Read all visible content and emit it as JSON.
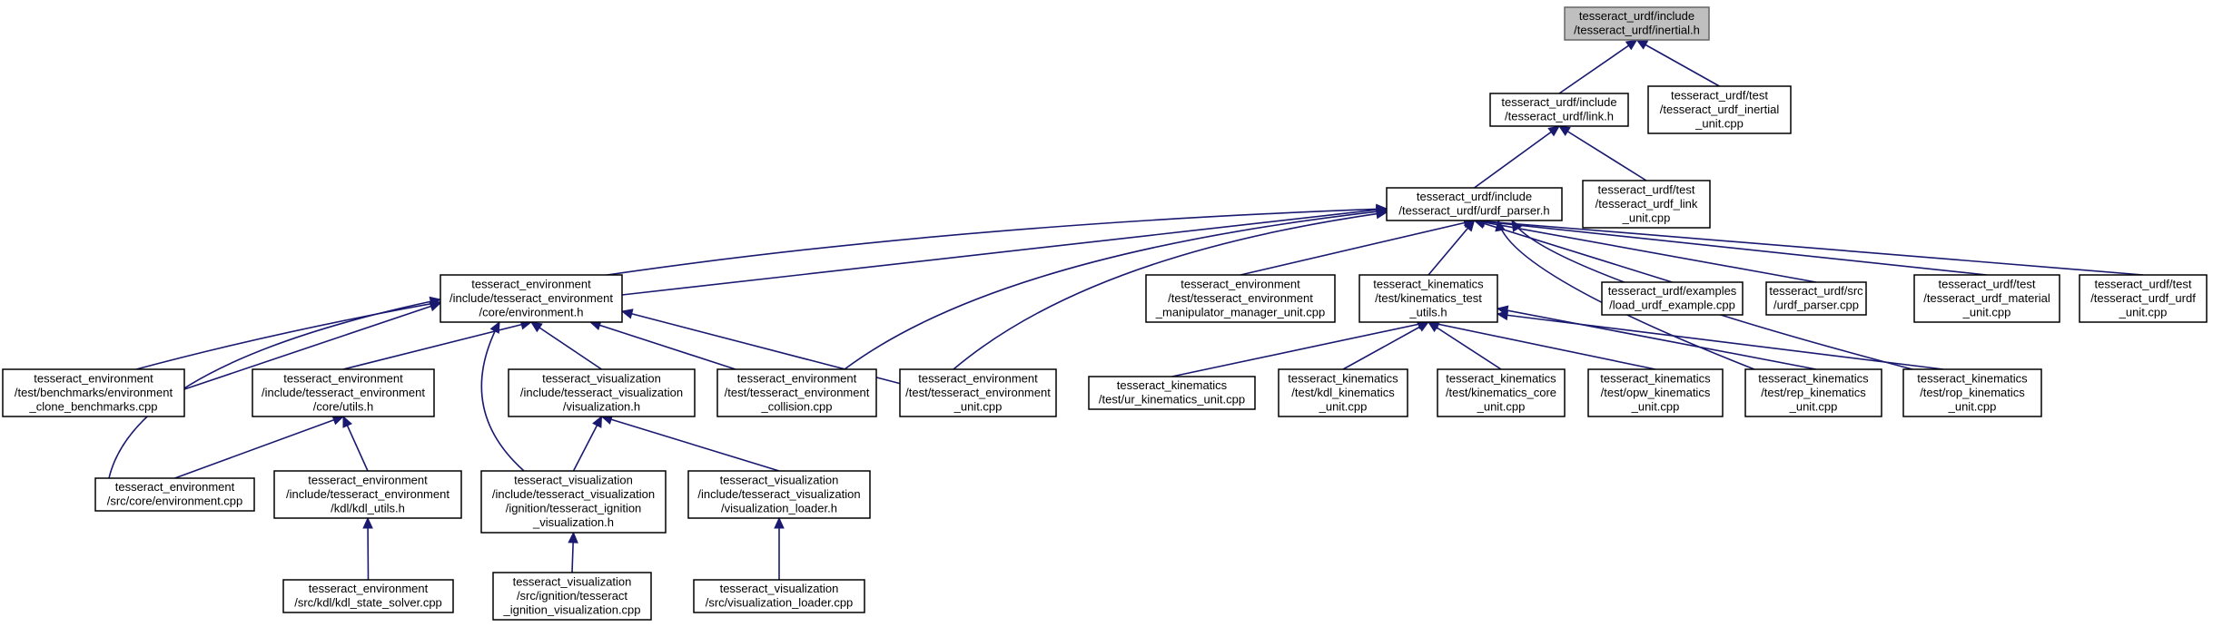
{
  "diagram": {
    "nodes": [
      {
        "id": "n0",
        "lines": [
          "tesseract_urdf/include",
          "/tesseract_urdf/inertial.h"
        ],
        "root": true
      },
      {
        "id": "n1",
        "lines": [
          "tesseract_urdf/include",
          "/tesseract_urdf/link.h"
        ]
      },
      {
        "id": "n2",
        "lines": [
          "tesseract_urdf/test",
          "/tesseract_urdf_inertial",
          "_unit.cpp"
        ]
      },
      {
        "id": "n3",
        "lines": [
          "tesseract_urdf/include",
          "/tesseract_urdf/urdf_parser.h"
        ]
      },
      {
        "id": "n4",
        "lines": [
          "tesseract_urdf/test",
          "/tesseract_urdf_link",
          "_unit.cpp"
        ]
      },
      {
        "id": "n5",
        "lines": [
          "tesseract_environment",
          "/include/tesseract_environment",
          "/core/environment.h"
        ]
      },
      {
        "id": "n6",
        "lines": [
          "tesseract_environment",
          "/test/tesseract_environment",
          "_manipulator_manager_unit.cpp"
        ]
      },
      {
        "id": "n7",
        "lines": [
          "tesseract_kinematics",
          "/test/kinematics_test",
          "_utils.h"
        ]
      },
      {
        "id": "n8",
        "lines": [
          "tesseract_urdf/examples",
          "/load_urdf_example.cpp"
        ]
      },
      {
        "id": "n9",
        "lines": [
          "tesseract_urdf/src",
          "/urdf_parser.cpp"
        ]
      },
      {
        "id": "n10",
        "lines": [
          "tesseract_urdf/test",
          "/tesseract_urdf_material",
          "_unit.cpp"
        ]
      },
      {
        "id": "n11",
        "lines": [
          "tesseract_urdf/test",
          "/tesseract_urdf_urdf",
          "_unit.cpp"
        ]
      },
      {
        "id": "n12",
        "lines": [
          "tesseract_environment",
          "/test/benchmarks/environment",
          "_clone_benchmarks.cpp"
        ]
      },
      {
        "id": "n13",
        "lines": [
          "tesseract_environment",
          "/include/tesseract_environment",
          "/core/utils.h"
        ]
      },
      {
        "id": "n14",
        "lines": [
          "tesseract_visualization",
          "/include/tesseract_visualization",
          "/visualization.h"
        ]
      },
      {
        "id": "n15",
        "lines": [
          "tesseract_environment",
          "/test/tesseract_environment",
          "_collision.cpp"
        ]
      },
      {
        "id": "n16",
        "lines": [
          "tesseract_environment",
          "/test/tesseract_environment",
          "_unit.cpp"
        ]
      },
      {
        "id": "n17",
        "lines": [
          "tesseract_kinematics",
          "/test/ur_kinematics_unit.cpp"
        ]
      },
      {
        "id": "n18",
        "lines": [
          "tesseract_kinematics",
          "/test/kdl_kinematics",
          "_unit.cpp"
        ]
      },
      {
        "id": "n19",
        "lines": [
          "tesseract_kinematics",
          "/test/kinematics_core",
          "_unit.cpp"
        ]
      },
      {
        "id": "n20",
        "lines": [
          "tesseract_kinematics",
          "/test/opw_kinematics",
          "_unit.cpp"
        ]
      },
      {
        "id": "n21",
        "lines": [
          "tesseract_kinematics",
          "/test/rep_kinematics",
          "_unit.cpp"
        ]
      },
      {
        "id": "n22",
        "lines": [
          "tesseract_kinematics",
          "/test/rop_kinematics",
          "_unit.cpp"
        ]
      },
      {
        "id": "n23",
        "lines": [
          "tesseract_environment",
          "/src/core/environment.cpp"
        ]
      },
      {
        "id": "n24",
        "lines": [
          "tesseract_environment",
          "/include/tesseract_environment",
          "/kdl/kdl_utils.h"
        ]
      },
      {
        "id": "n25",
        "lines": [
          "tesseract_visualization",
          "/include/tesseract_visualization",
          "/ignition/tesseract_ignition",
          "_visualization.h"
        ]
      },
      {
        "id": "n26",
        "lines": [
          "tesseract_visualization",
          "/include/tesseract_visualization",
          "/visualization_loader.h"
        ]
      },
      {
        "id": "n27",
        "lines": [
          "tesseract_environment",
          "/src/kdl/kdl_state_solver.cpp"
        ]
      },
      {
        "id": "n28",
        "lines": [
          "tesseract_visualization",
          "/src/ignition/tesseract",
          "_ignition_visualization.cpp"
        ]
      },
      {
        "id": "n29",
        "lines": [
          "tesseract_visualization",
          "/src/visualization_loader.cpp"
        ]
      }
    ],
    "edges": [
      {
        "from": "n1",
        "to": "n0"
      },
      {
        "from": "n2",
        "to": "n0"
      },
      {
        "from": "n3",
        "to": "n1"
      },
      {
        "from": "n4",
        "to": "n1"
      },
      {
        "from": "n5",
        "to": "n3"
      },
      {
        "from": "n6",
        "to": "n3"
      },
      {
        "from": "n7",
        "to": "n3"
      },
      {
        "from": "n8",
        "to": "n3"
      },
      {
        "from": "n9",
        "to": "n3"
      },
      {
        "from": "n10",
        "to": "n3"
      },
      {
        "from": "n11",
        "to": "n3"
      },
      {
        "from": "n12",
        "to": "n3"
      },
      {
        "from": "n15",
        "to": "n3"
      },
      {
        "from": "n16",
        "to": "n3"
      },
      {
        "from": "n21",
        "to": "n3"
      },
      {
        "from": "n22",
        "to": "n3"
      },
      {
        "from": "n12",
        "to": "n5"
      },
      {
        "from": "n13",
        "to": "n5"
      },
      {
        "from": "n14",
        "to": "n5"
      },
      {
        "from": "n15",
        "to": "n5"
      },
      {
        "from": "n16",
        "to": "n5"
      },
      {
        "from": "n23",
        "to": "n5"
      },
      {
        "from": "n25",
        "to": "n5"
      },
      {
        "from": "n17",
        "to": "n7"
      },
      {
        "from": "n18",
        "to": "n7"
      },
      {
        "from": "n19",
        "to": "n7"
      },
      {
        "from": "n20",
        "to": "n7"
      },
      {
        "from": "n21",
        "to": "n7"
      },
      {
        "from": "n22",
        "to": "n7"
      },
      {
        "from": "n23",
        "to": "n13"
      },
      {
        "from": "n24",
        "to": "n13"
      },
      {
        "from": "n25",
        "to": "n14"
      },
      {
        "from": "n26",
        "to": "n14"
      },
      {
        "from": "n27",
        "to": "n24"
      },
      {
        "from": "n28",
        "to": "n25"
      },
      {
        "from": "n29",
        "to": "n26"
      }
    ]
  }
}
